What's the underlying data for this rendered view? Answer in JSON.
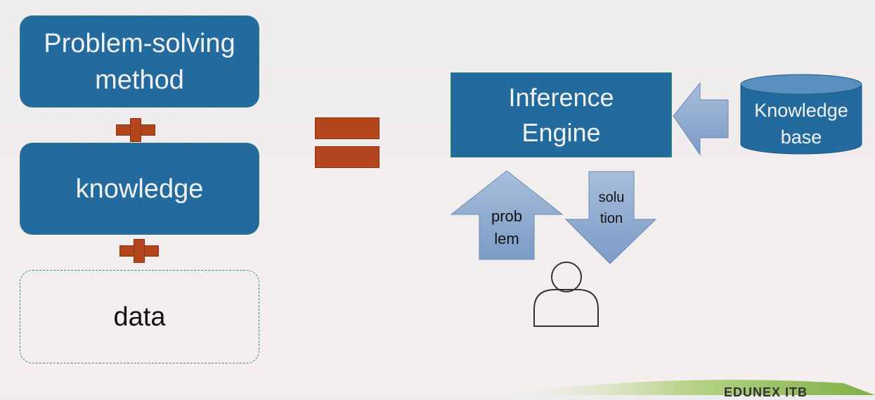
{
  "left": {
    "method": "Problem-solving method",
    "knowledge": "knowledge",
    "data": "data"
  },
  "right": {
    "engine": "Inference Engine",
    "kb": "Knowledge base",
    "problem": "prob lem",
    "solution": "solu tion"
  },
  "logo": "EDUNEX ITB",
  "colors": {
    "box": "#236a9e",
    "plus": "#b3461c",
    "arrow": "#7f9fc8"
  }
}
